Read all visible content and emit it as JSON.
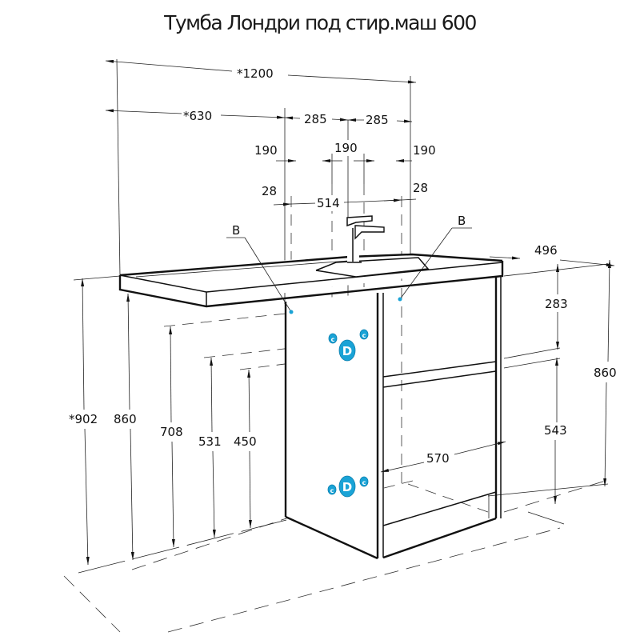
{
  "title": "Тумба Лондри под стир.маш 600",
  "dimensions": {
    "overall_width": "*1200",
    "left_section_width": "*630",
    "half_right_1": "285",
    "half_right_2": "285",
    "offset_left_190": "190",
    "offset_mid_190": "190",
    "offset_right_190": "190",
    "margin_left_28": "28",
    "margin_right_28": "28",
    "inner_width": "514",
    "depth_496": "496",
    "drawer_height_283": "283",
    "lower_height_543": "543",
    "right_total_height": "860",
    "overall_height": "*902",
    "left_height_860": "860",
    "height_708": "708",
    "height_531": "531",
    "height_450": "450",
    "cabinet_depth_570": "570"
  },
  "labels": {
    "left_callout": "B",
    "right_callout": "B"
  },
  "connections": {
    "upper": {
      "drain": "D",
      "cold": "c",
      "hot": "c"
    },
    "lower": {
      "drain": "D",
      "cold": "c",
      "hot": "c"
    }
  },
  "colors": {
    "connection_fill": "#1aa3d6",
    "line": "#111111"
  }
}
